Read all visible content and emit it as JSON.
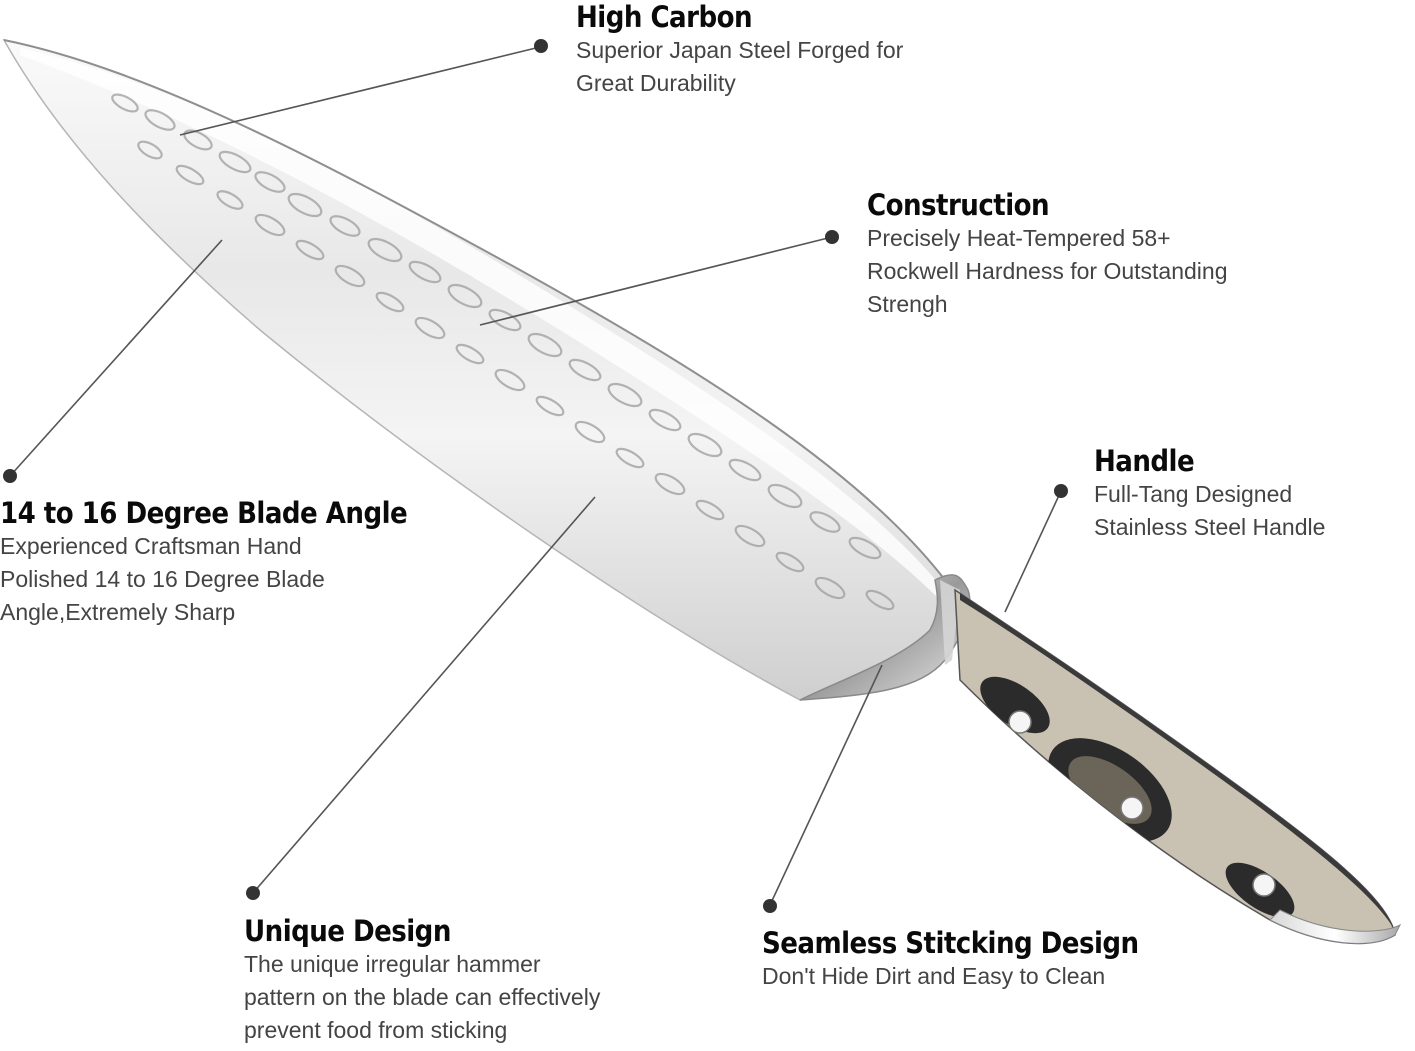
{
  "callouts": {
    "high_carbon": {
      "title": "High Carbon",
      "lines": [
        "Superior Japan Steel Forged for",
        "Great Durability"
      ]
    },
    "construction": {
      "title": "Construction",
      "lines": [
        "Precisely Heat-Tempered 58+",
        "Rockwell Hardness for Outstanding",
        "Strengh"
      ]
    },
    "blade_angle": {
      "title": "14 to 16 Degree Blade Angle",
      "lines": [
        "Experienced Craftsman Hand",
        "Polished 14 to 16 Degree Blade",
        "Angle,Extremely Sharp"
      ]
    },
    "handle": {
      "title": "Handle",
      "lines": [
        "Full-Tang Designed",
        "Stainless Steel Handle"
      ]
    },
    "unique_design": {
      "title": "Unique Design",
      "lines": [
        "The unique irregular hammer",
        "pattern on the blade can effectively",
        "prevent food from sticking"
      ]
    },
    "seamless": {
      "title": "Seamless Stitcking Design",
      "lines": [
        "Don't Hide Dirt and Easy to Clean"
      ]
    }
  },
  "colors": {
    "leader_line": "#555555",
    "marker": "#333333",
    "title_text": "#0a0a0a",
    "body_text": "#444444",
    "wood_dark": "#2b2b2b",
    "wood_light": "#c9c2b2"
  }
}
